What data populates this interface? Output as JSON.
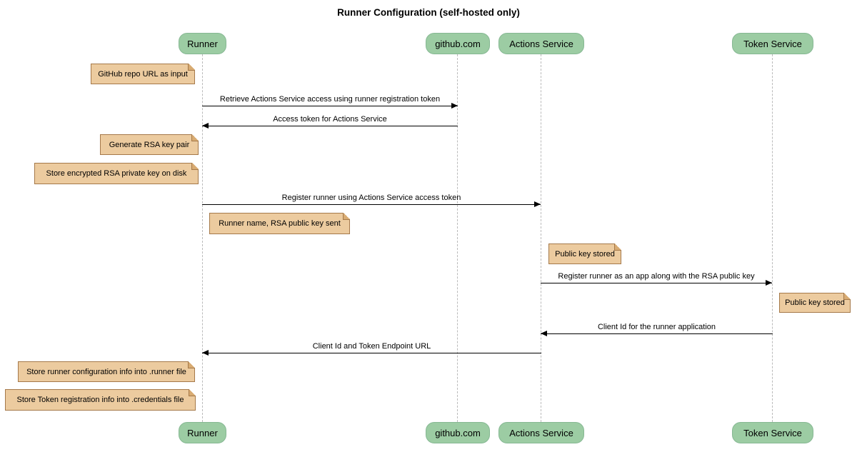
{
  "title": "Runner Configuration (self-hosted only)",
  "participants": [
    {
      "name": "Runner"
    },
    {
      "name": "github.com"
    },
    {
      "name": "Actions Service"
    },
    {
      "name": "Token Service"
    }
  ],
  "messages": [
    {
      "text": "Retrieve Actions Service access using runner registration token",
      "from": "Runner",
      "to": "github.com"
    },
    {
      "text": "Access token for Actions Service",
      "from": "github.com",
      "to": "Runner"
    },
    {
      "text": "Register runner using Actions Service access token",
      "from": "Runner",
      "to": "Actions Service"
    },
    {
      "text": "Register runner as an app along with the RSA public key",
      "from": "Actions Service",
      "to": "Token Service"
    },
    {
      "text": "Client Id for the runner application",
      "from": "Token Service",
      "to": "Actions Service"
    },
    {
      "text": "Client Id and Token Endpoint URL",
      "from": "Actions Service",
      "to": "Runner"
    }
  ],
  "notes": [
    {
      "text": "GitHub repo URL as input",
      "position": "left of Runner"
    },
    {
      "text": "Generate RSA key pair",
      "position": "left of Runner"
    },
    {
      "text": "Store encrypted RSA private key on disk",
      "position": "left of Runner"
    },
    {
      "text": "Runner name, RSA public key sent",
      "position": "right of Runner"
    },
    {
      "text": "Public key stored",
      "position": "right of Actions Service"
    },
    {
      "text": "Public key stored",
      "position": "right of Token Service"
    },
    {
      "text": "Store runner configuration info into .runner file",
      "position": "left of Runner"
    },
    {
      "text": "Store Token registration info into .credentials file",
      "position": "left of Runner"
    }
  ],
  "colors": {
    "participant_fill": "#9ccca3",
    "participant_border": "#86b893",
    "note_fill": "#eccb9f",
    "note_border": "#a5794a",
    "note_fold": "#d8ab72",
    "lifeline": "#bababa",
    "arrow": "#000000",
    "text": "#000000",
    "diagram_bg": "#ffffff"
  }
}
